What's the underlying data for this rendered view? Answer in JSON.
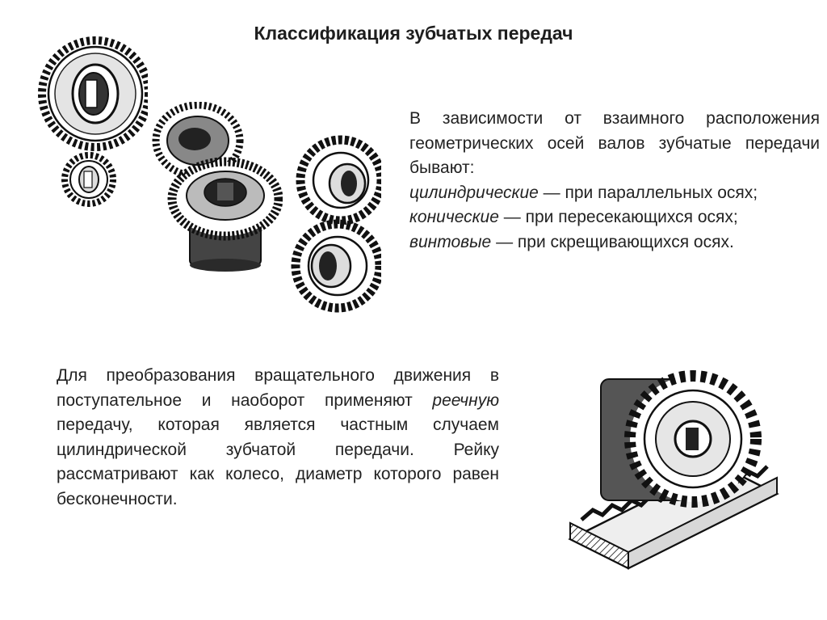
{
  "slide": {
    "title": "Классификация зубчатых передач",
    "intro": "В зависимости от взаимного расположения геометрических осей валов зубчатые передачи бывают:",
    "types": [
      {
        "term": "цилиндрические",
        "rest": " — при параллельных осях;"
      },
      {
        "term": "конические",
        "rest": " — при пересекающихся осях;"
      },
      {
        "term": "винтовые",
        "rest": " — при скрещивающихся осях."
      }
    ],
    "rack": {
      "before": "Для преобразования вращательного движения в поступательное и наоборот применяют ",
      "term": "реечную",
      "after": " передачу, которая является частным случаем цилиндрической зубчатой передачи. Рейку рассматривают как колесо, диаметр которого равен бесконечности."
    }
  },
  "colors": {
    "ink": "#1a1a1a",
    "paper": "#ffffff"
  },
  "figures": {
    "cylindrical_gears": "spur-gear-pair-illustration",
    "bevel_gears": "bevel-gear-pair-illustration",
    "helical_gears": "helical-gear-pair-illustration",
    "rack_and_pinion": "rack-and-pinion-illustration"
  }
}
